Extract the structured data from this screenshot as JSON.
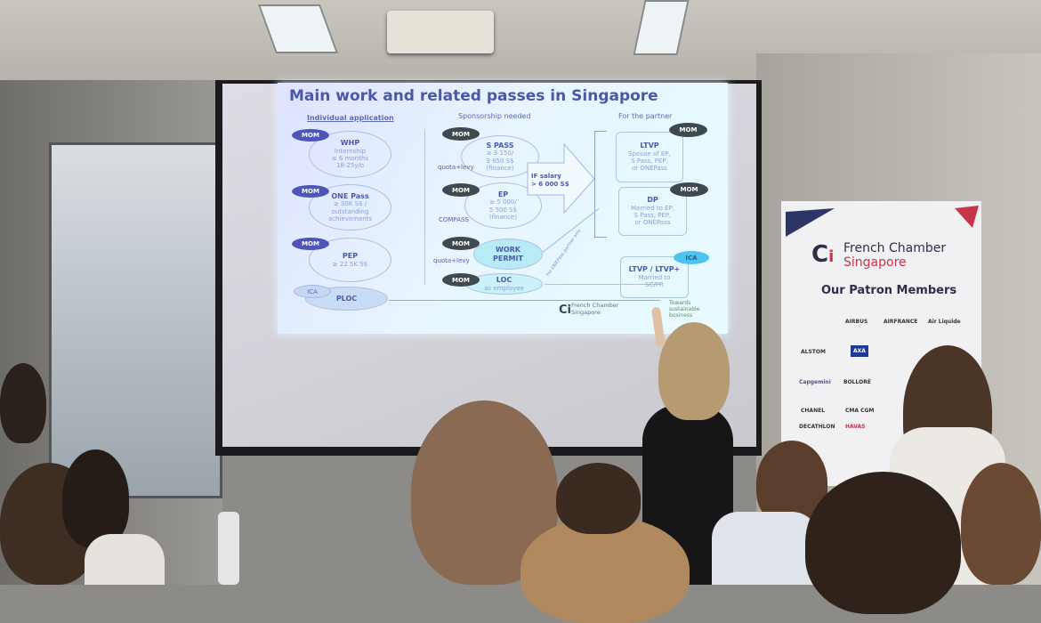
{
  "slide": {
    "title": "Main work and related passes in Singapore",
    "headers": {
      "individual": "Individual application",
      "sponsorship": "Sponsorship needed",
      "partner": "For the partner"
    },
    "individual": [
      {
        "agency": "MOM",
        "name": "WHP",
        "lines": [
          "Internship",
          "≤ 6 months",
          "18-25y/o"
        ]
      },
      {
        "agency": "MOM",
        "name": "ONE Pass",
        "lines": [
          "≥ 30K S$ /",
          "outstanding",
          "achievements"
        ]
      },
      {
        "agency": "MOM",
        "name": "PEP",
        "lines": [
          "≥ 22.5K S$"
        ]
      }
    ],
    "ploc": {
      "agency": "ICA",
      "name": "PLOC"
    },
    "sponsored": [
      {
        "agency": "MOM",
        "name": "S PASS",
        "lines": [
          "≥ 3 150/",
          "3 650 S$",
          "(finance)"
        ],
        "side": "quota+levy"
      },
      {
        "agency": "MOM",
        "name": "EP",
        "lines": [
          "≥ 5 000/",
          "5 500 S$",
          "(finance)"
        ],
        "side": "COMPASS"
      },
      {
        "agency": "MOM",
        "name": "WORK",
        "name2": "PERMIT",
        "side": "quota+levy"
      },
      {
        "agency": "MOM",
        "name": "LOC",
        "lines": [
          "as employee"
        ]
      }
    ],
    "salary_arrow": {
      "line1": "IF salary",
      "line2": "> 6 000 S$"
    },
    "onepass_note": "For ONEPass partner only",
    "partner": [
      {
        "agency": "MOM",
        "name": "LTVP",
        "lines": [
          "Spouse of EP,",
          "S Pass, PEP,",
          "or ONEPass"
        ]
      },
      {
        "agency": "MOM",
        "name": "DP",
        "lines": [
          "Married to EP,",
          "S Pass, PEP,",
          "or ONEPass"
        ]
      },
      {
        "agency": "ICA",
        "name": "LTVP / LTVP+",
        "lines": [
          "Married to",
          "SC/PR"
        ]
      }
    ],
    "footer_logo": {
      "line1": "French Chamber",
      "line2": "Singapore"
    },
    "footer_tag": "Towards sustainable business"
  },
  "banner": {
    "org_line1": "French Chamber",
    "org_line2": "Singapore",
    "heading": "Our Patron Members",
    "members": [
      "AIRBUS",
      "AIRFRANCE",
      "Air Liquide",
      "ALSTOM",
      "AXA",
      "BOLLORÉ",
      "Capgemini",
      "CHANEL",
      "CMA CGM",
      "DECATHLON",
      "HAVAS"
    ]
  },
  "colors": {
    "slide_title": "#4b57aa",
    "mom_blue": "#4e54b8",
    "mom_dark": "#3f4a4f",
    "ica": "#4fc3f0",
    "banner_red": "#c8344a",
    "banner_navy": "#2d2f4a"
  }
}
